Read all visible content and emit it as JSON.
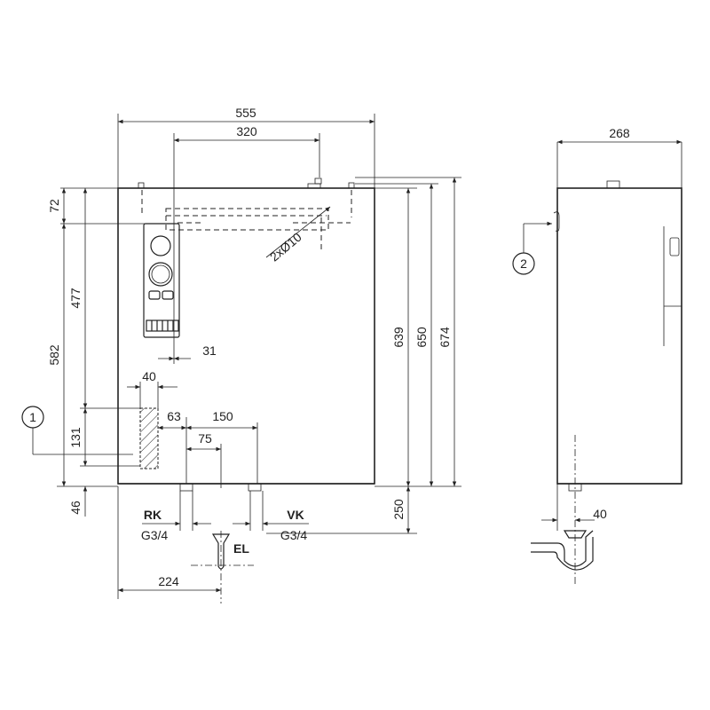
{
  "front_view": {
    "dims": {
      "width_total": "555",
      "width_hangers": "320",
      "top_offset": "72",
      "height_582": "582",
      "height_477": "477",
      "height_131": "131",
      "bottom_46": "46",
      "height_639": "639",
      "height_650": "650",
      "height_674": "674",
      "drain_250": "250",
      "offset_31": "31",
      "width_40": "40",
      "offset_63": "63",
      "spacing_150": "150",
      "offset_75": "75",
      "drain_224": "224",
      "holes": "2xØ10"
    },
    "connections": {
      "return_label": "RK",
      "return_thread": "G3/4",
      "flow_label": "VK",
      "flow_thread": "G3/4",
      "drain_label": "EL"
    },
    "callout_1": "1"
  },
  "side_view": {
    "depth": "268",
    "offset_40": "40",
    "callout_2": "2"
  }
}
